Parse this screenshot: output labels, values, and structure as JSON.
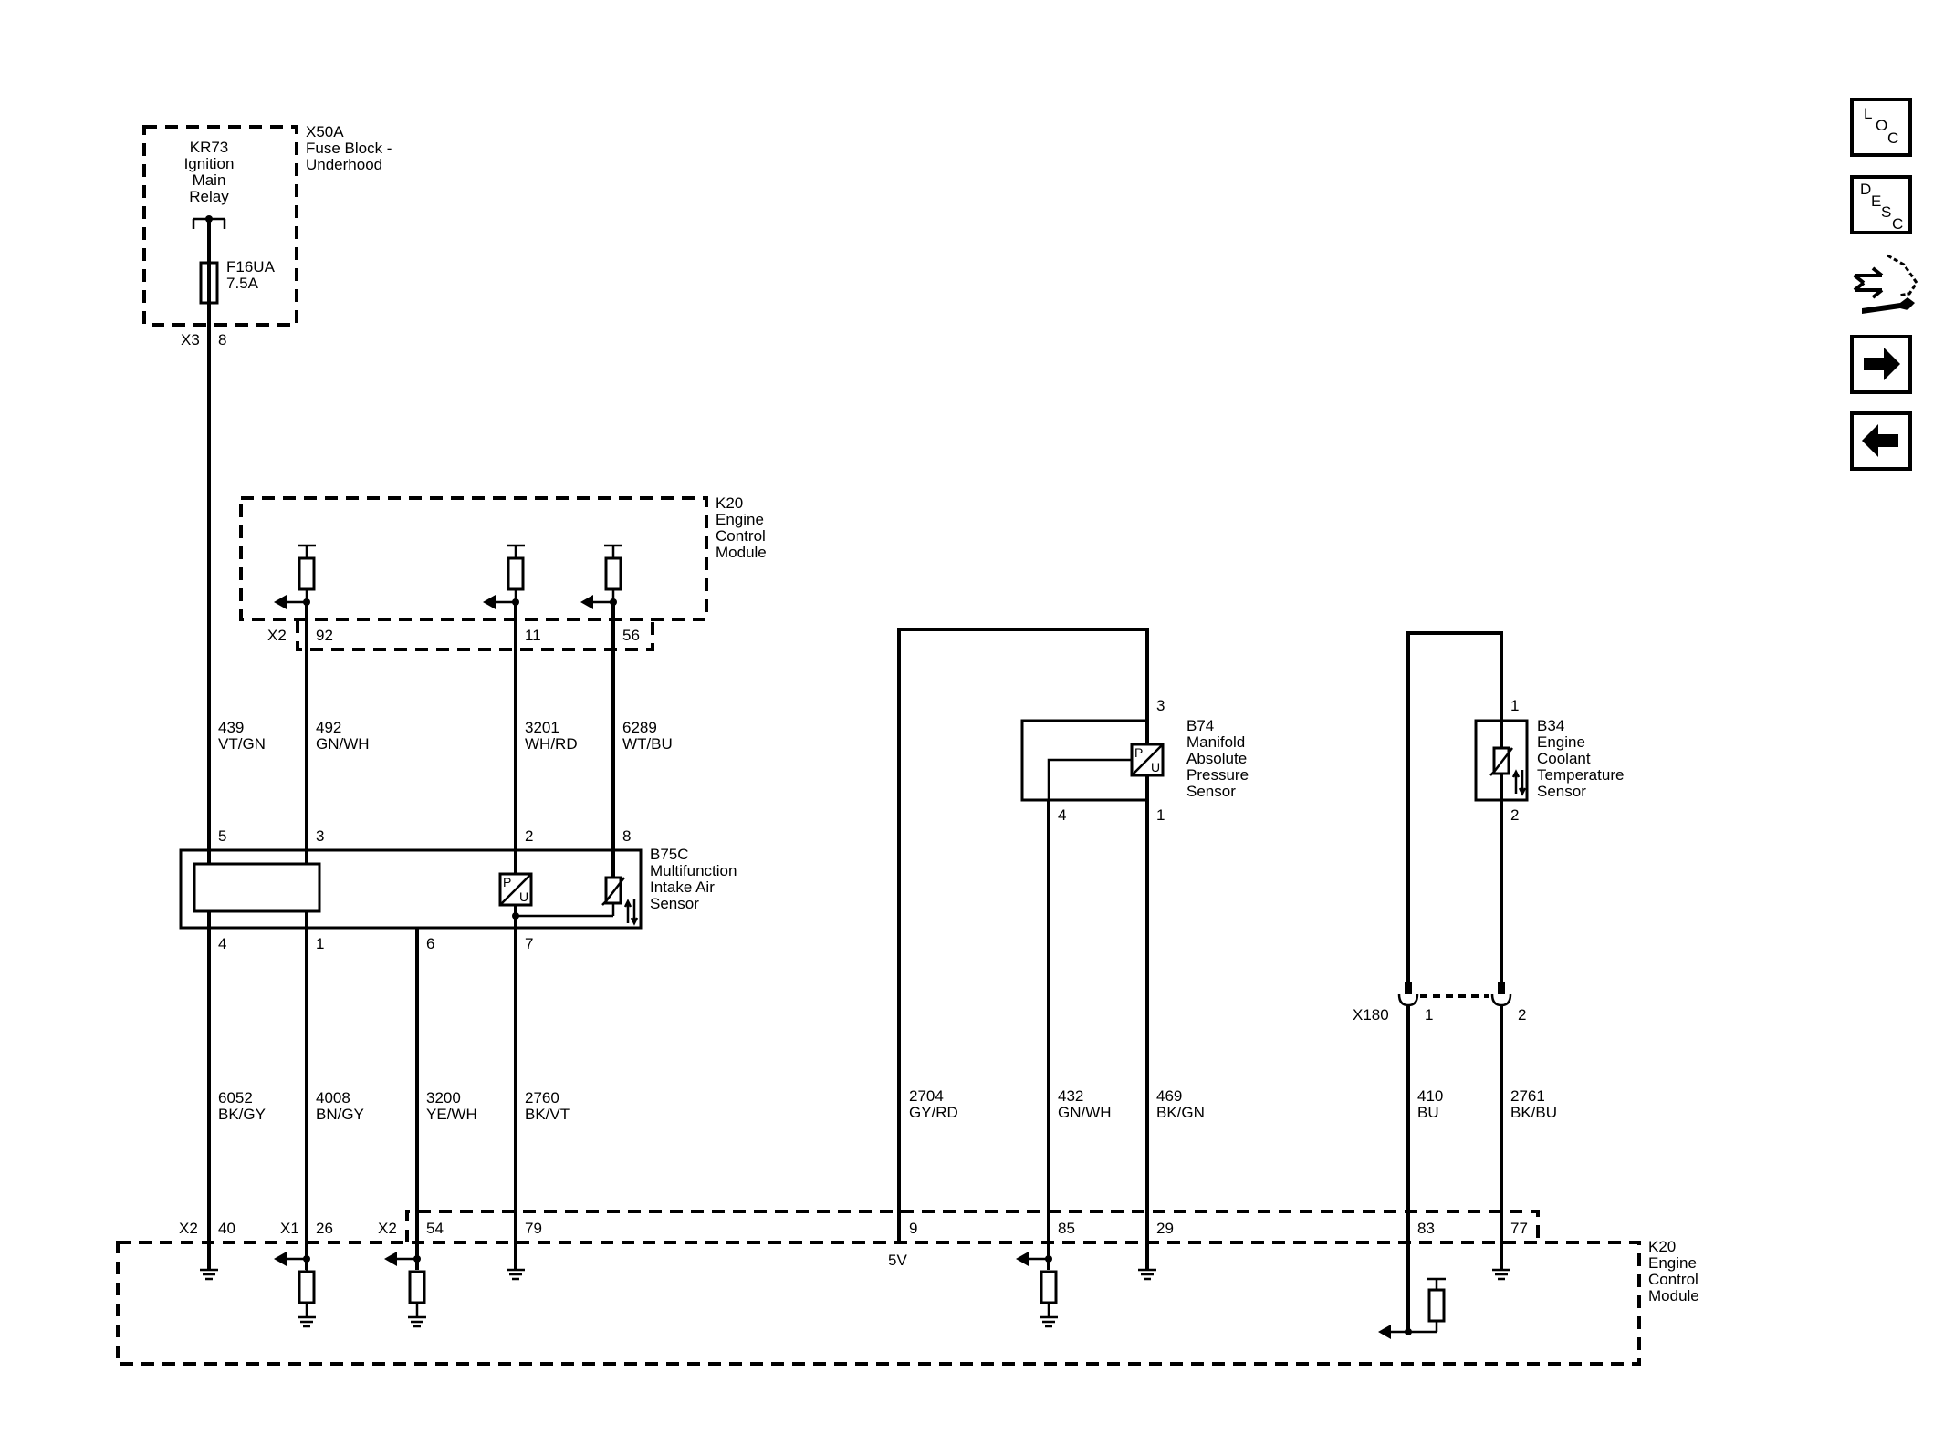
{
  "components": {
    "x50a_name": "X50A",
    "x50a_desc1": "Fuse Block -",
    "x50a_desc2": "Underhood",
    "kr73_l1": "KR73",
    "kr73_l2": "Ignition",
    "kr73_l3": "Main",
    "kr73_l4": "Relay",
    "fuse_name": "F16UA",
    "fuse_rating": "7.5A",
    "k20_name": "K20",
    "k20_l1": "Engine",
    "k20_l2": "Control",
    "k20_l3": "Module",
    "b75c_name": "B75C",
    "b75c_l1": "Multifunction",
    "b75c_l2": "Intake Air",
    "b75c_l3": "Sensor",
    "b74_name": "B74",
    "b74_l1": "Manifold",
    "b74_l2": "Absolute",
    "b74_l3": "Pressure",
    "b74_l4": "Sensor",
    "b34_name": "B34",
    "b34_l1": "Engine",
    "b34_l2": "Coolant",
    "b34_l3": "Temperature",
    "b34_l4": "Sensor",
    "sensor_p": "P",
    "sensor_u": "U",
    "five_volt": "5V"
  },
  "connectors": {
    "x3": "X3",
    "x3_pin": "8",
    "x2_top": "X2",
    "x2_top_p92": "92",
    "x2_top_p11": "11",
    "x2_top_p56": "56",
    "b75c_p5": "5",
    "b75c_p3": "3",
    "b75c_p2": "2",
    "b75c_p8": "8",
    "b75c_p4": "4",
    "b75c_p1": "1",
    "b75c_p6": "6",
    "b75c_p7": "7",
    "b74_p3": "3",
    "b74_p4": "4",
    "b74_p1": "1",
    "b34_p1": "1",
    "b34_p2": "2",
    "x180": "X180",
    "x180_p1": "1",
    "x180_p2": "2",
    "x2_b1": "X2",
    "x2_b1_pin": "40",
    "x1_b": "X1",
    "x1_b_pin": "26",
    "x2_b2": "X2",
    "x2_b2_pin": "54",
    "b_p79": "79",
    "b_p9": "9",
    "b_p85": "85",
    "b_p29": "29",
    "b_p83": "83",
    "b_p77": "77"
  },
  "wires": {
    "w439_num": "439",
    "w439_col": "VT/GN",
    "w492_num": "492",
    "w492_col": "GN/WH",
    "w3201_num": "3201",
    "w3201_col": "WH/RD",
    "w6289_num": "6289",
    "w6289_col": "WT/BU",
    "w6052_num": "6052",
    "w6052_col": "BK/GY",
    "w4008_num": "4008",
    "w4008_col": "BN/GY",
    "w3200_num": "3200",
    "w3200_col": "YE/WH",
    "w2760_num": "2760",
    "w2760_col": "BK/VT",
    "w2704_num": "2704",
    "w2704_col": "GY/RD",
    "w432_num": "432",
    "w432_col": "GN/WH",
    "w469_num": "469",
    "w469_col": "BK/GN",
    "w410_num": "410",
    "w410_col": "BU",
    "w2761_num": "2761",
    "w2761_col": "BK/BU"
  },
  "nav": {
    "loc_l": "L",
    "loc_o": "O",
    "loc_c": "C",
    "desc_d": "D",
    "desc_e": "E",
    "desc_s": "S",
    "desc_c": "C",
    "icons": [
      "location-icon",
      "description-icon",
      "connector-tool-icon",
      "next-arrow-icon",
      "back-arrow-icon"
    ]
  }
}
